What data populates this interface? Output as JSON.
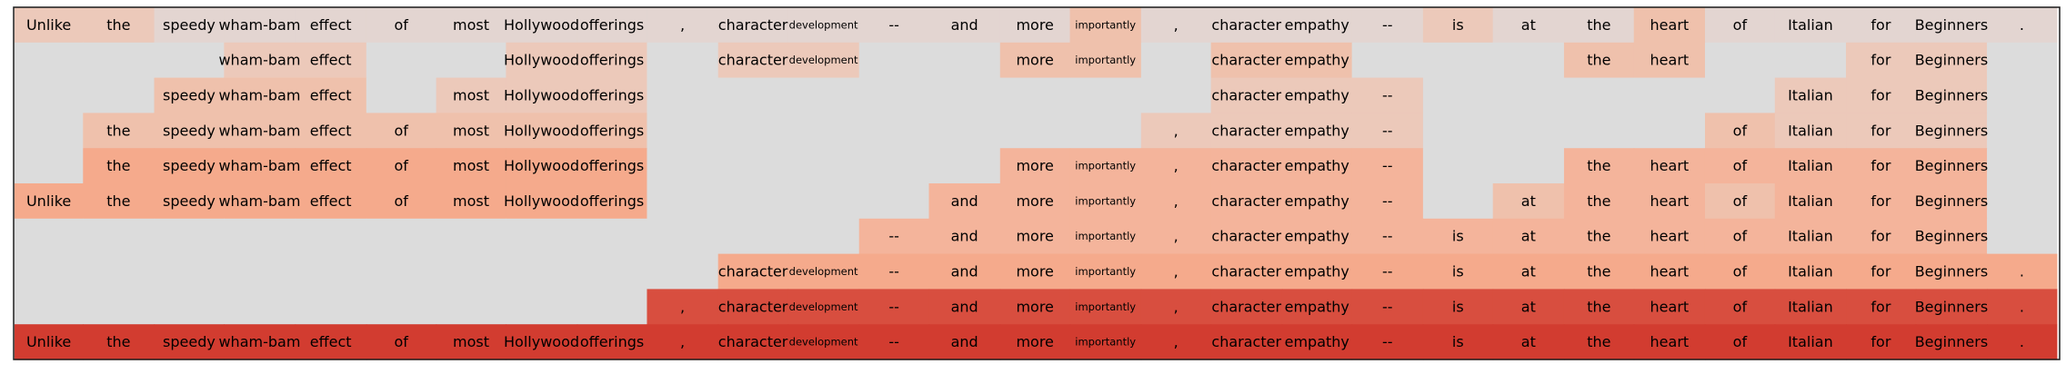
{
  "chart_data": {
    "type": "heatmap",
    "title": "",
    "xlabel": "",
    "ylabel": "",
    "grid": false,
    "legend": "none",
    "tokens": [
      "Unlike",
      "the",
      "speedy",
      "wham-bam",
      "effect",
      "of",
      "most",
      "Hollywood",
      "offerings",
      ",",
      "character",
      "development",
      "--",
      "and",
      "more",
      "importantly",
      ",",
      "character",
      "empathy",
      "--",
      "is",
      "at",
      "the",
      "heart",
      "of",
      "Italian",
      "for",
      "Beginners",
      "."
    ],
    "small_tokens": [
      11,
      15
    ],
    "empty_color": "#dcdcdc",
    "palette": [
      "#e3d5d1",
      "#ecc9ba",
      "#efc1ac",
      "#f4b49b",
      "#f5aa8c",
      "#f4a387",
      "#e96c58",
      "#d84e3f",
      "#d23c30"
    ],
    "rows": [
      {
        "cells": [
          1,
          1,
          0,
          0,
          0,
          0,
          0,
          0,
          0,
          0,
          0,
          0,
          0,
          0,
          0,
          2,
          0,
          0,
          0,
          0,
          1,
          0,
          0,
          2,
          0,
          0,
          0,
          0,
          0
        ]
      },
      {
        "cells": [
          null,
          null,
          null,
          1,
          1,
          null,
          null,
          1,
          1,
          null,
          1,
          1,
          null,
          null,
          2,
          2,
          null,
          2,
          2,
          null,
          null,
          null,
          2,
          2,
          null,
          null,
          1,
          1,
          null
        ]
      },
      {
        "cells": [
          null,
          null,
          2,
          2,
          2,
          null,
          1,
          1,
          1,
          null,
          null,
          null,
          null,
          null,
          null,
          null,
          null,
          1,
          1,
          1,
          null,
          null,
          null,
          null,
          null,
          1,
          1,
          1,
          null
        ]
      },
      {
        "cells": [
          null,
          2,
          2,
          2,
          2,
          2,
          2,
          2,
          2,
          null,
          null,
          null,
          null,
          null,
          null,
          null,
          1,
          1,
          1,
          1,
          null,
          null,
          null,
          null,
          2,
          1,
          1,
          1,
          null
        ]
      },
      {
        "cells": [
          null,
          4,
          4,
          4,
          4,
          4,
          4,
          4,
          4,
          null,
          null,
          null,
          null,
          null,
          3,
          3,
          3,
          3,
          3,
          3,
          null,
          null,
          3,
          3,
          3,
          3,
          3,
          3,
          null
        ]
      },
      {
        "cells": [
          4,
          4,
          4,
          4,
          4,
          4,
          4,
          4,
          4,
          null,
          null,
          null,
          null,
          3,
          3,
          3,
          3,
          3,
          3,
          3,
          null,
          2,
          3,
          3,
          2,
          3,
          3,
          3,
          null
        ]
      },
      {
        "cells": [
          null,
          null,
          null,
          null,
          null,
          null,
          null,
          null,
          null,
          null,
          null,
          null,
          3,
          3,
          3,
          3,
          3,
          3,
          3,
          3,
          3,
          3,
          3,
          3,
          3,
          3,
          3,
          3,
          null
        ]
      },
      {
        "cells": [
          null,
          null,
          null,
          null,
          null,
          null,
          null,
          null,
          null,
          null,
          4,
          4,
          4,
          4,
          4,
          4,
          4,
          4,
          4,
          4,
          4,
          4,
          4,
          4,
          4,
          4,
          4,
          4,
          4
        ]
      },
      {
        "cells": [
          null,
          null,
          null,
          null,
          null,
          null,
          null,
          null,
          null,
          7,
          7,
          7,
          7,
          7,
          7,
          7,
          7,
          7,
          7,
          7,
          7,
          7,
          7,
          7,
          7,
          7,
          7,
          7,
          7
        ]
      },
      {
        "cells": [
          8,
          8,
          8,
          8,
          8,
          8,
          8,
          8,
          8,
          8,
          8,
          8,
          8,
          8,
          8,
          8,
          8,
          8,
          8,
          8,
          8,
          8,
          8,
          8,
          8,
          8,
          8,
          8,
          8
        ]
      }
    ]
  }
}
